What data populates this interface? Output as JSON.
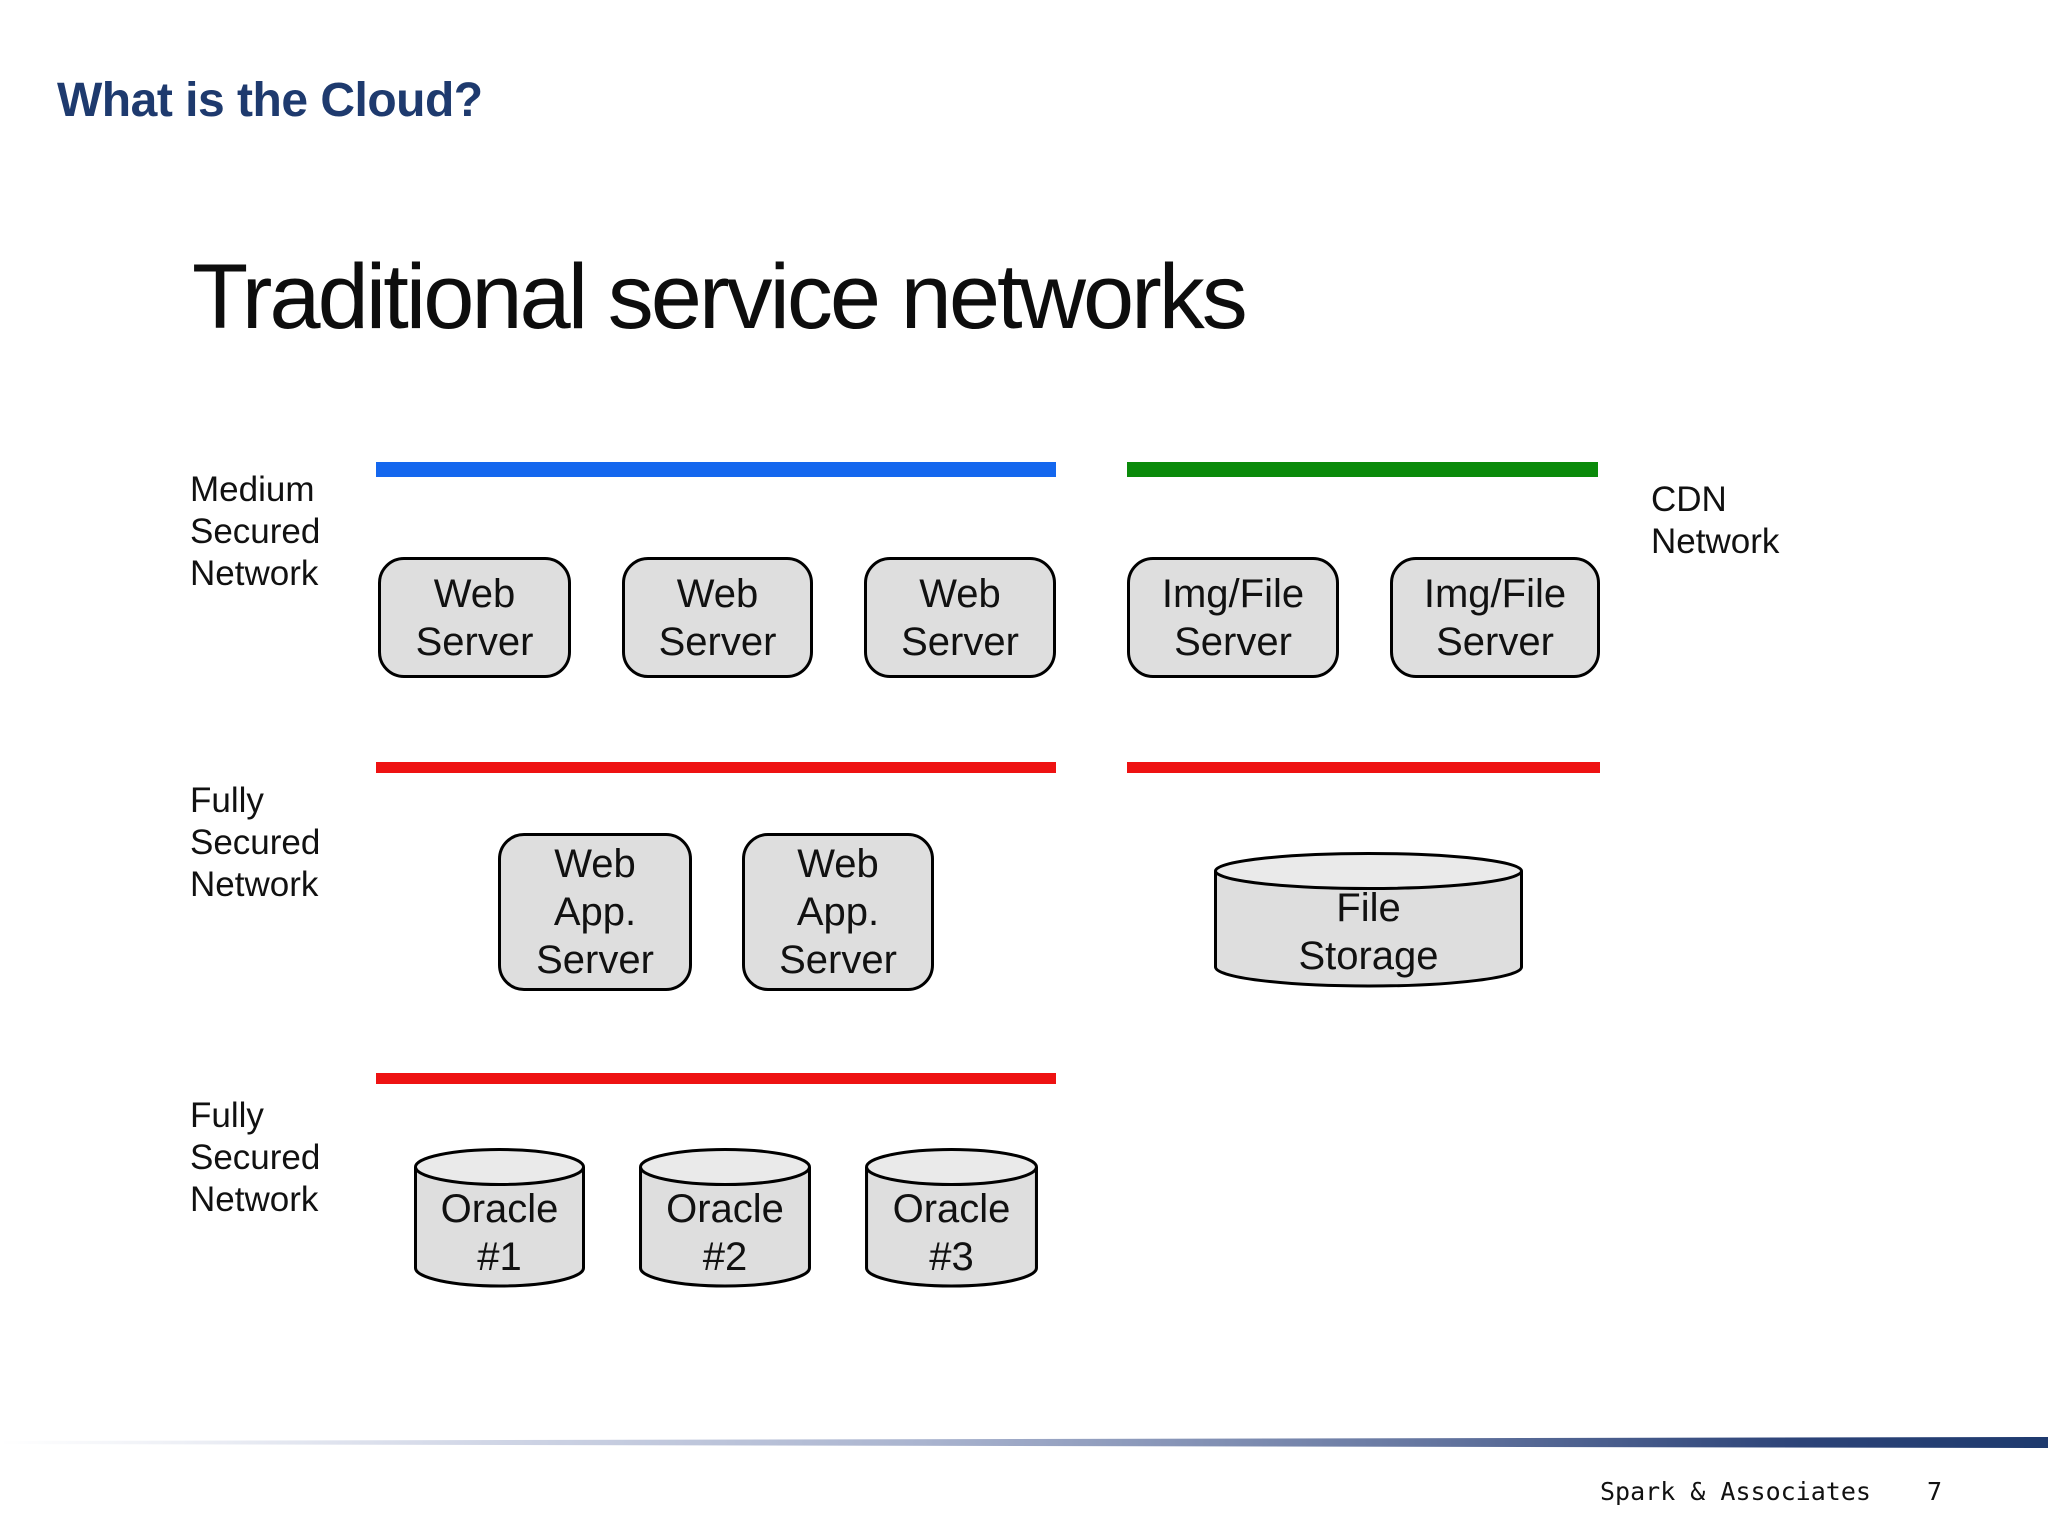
{
  "slide": {
    "header": "What is the Cloud?",
    "title": "Traditional service networks"
  },
  "diagram": {
    "zone_labels": {
      "medium_secured": "Medium\nSecured\nNetwork",
      "cdn": "CDN\nNetwork",
      "fully_secured_app": "Fully\nSecured\nNetwork",
      "fully_secured_db": "Fully\nSecured\nNetwork"
    },
    "nodes": {
      "web_server_1": "Web\nServer",
      "web_server_2": "Web\nServer",
      "web_server_3": "Web\nServer",
      "img_file_server_1": "Img/File\nServer",
      "img_file_server_2": "Img/File\nServer",
      "web_app_server_1": "Web\nApp.\nServer",
      "web_app_server_2": "Web\nApp.\nServer",
      "file_storage": "File\nStorage",
      "oracle_1": "Oracle\n#1",
      "oracle_2": "Oracle\n#2",
      "oracle_3": "Oracle\n#3"
    }
  },
  "colors": {
    "header_navy": "#1e3a6e",
    "bar_blue": "#1467ee",
    "bar_green": "#0a8a0a",
    "bar_red": "#ee1212",
    "node_fill": "#dedede",
    "node_border": "#000000"
  },
  "footer": {
    "company": "Spark & Associates",
    "page_number": "7"
  }
}
